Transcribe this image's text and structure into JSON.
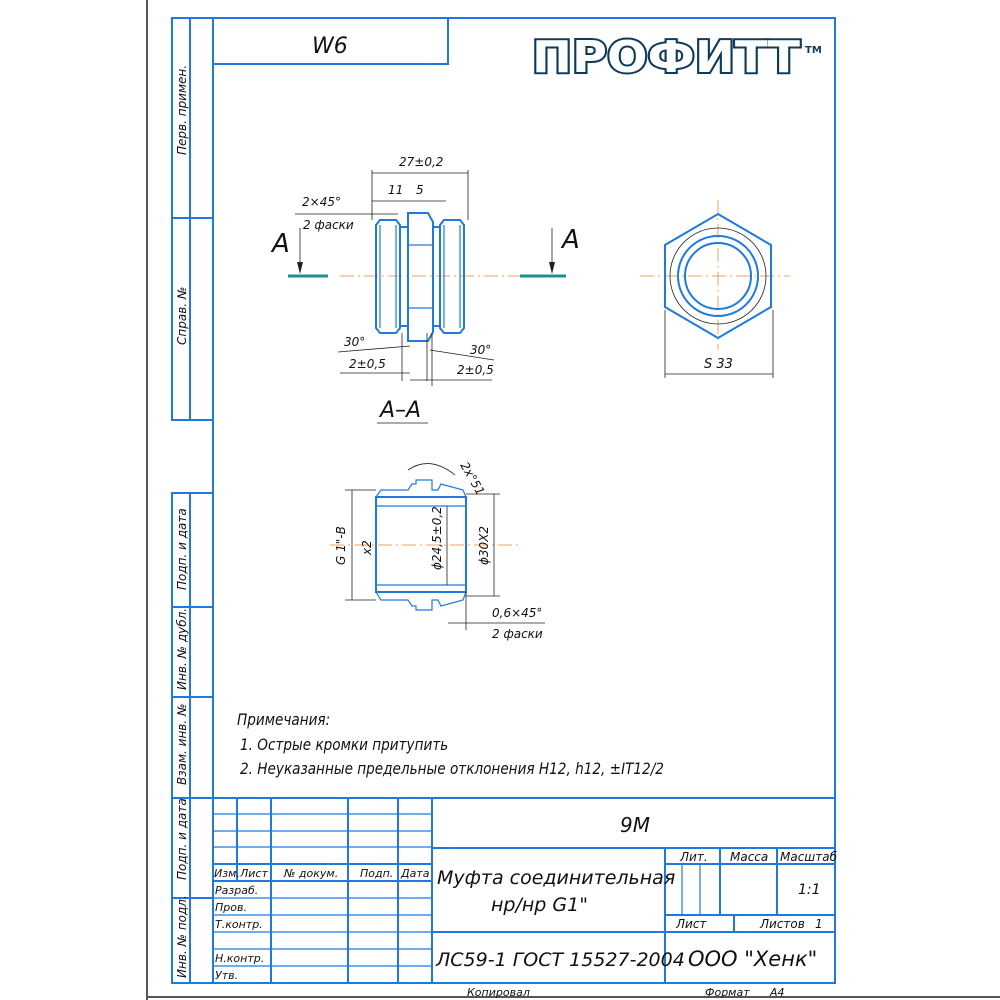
{
  "logo": {
    "text": "ПРОФИТТ",
    "tm": "TM",
    "color": "#0e3a5c"
  },
  "stamp_top": "W6",
  "side_labels": [
    "Перв. примен.",
    "Справ. №",
    "Подп. и дата",
    "Инв. № дубл.",
    "Взам. инв. №",
    "Подп. и дата",
    "Инв. № подл."
  ],
  "view_front": {
    "section_letter_left": "A",
    "section_letter_right": "A",
    "dim_total": "27±0,2",
    "dim_11": "11",
    "dim_5": "5",
    "chamfer": "2×45°",
    "chamfer_count": "2 фаски",
    "angle_left": "30°",
    "angle_right": "30°",
    "groove_left": "2±0,5",
    "groove_right": "2±0,5"
  },
  "view_side": {
    "dim_s": "S 33"
  },
  "section": {
    "title": "А–А",
    "thread": "G 1\"-B",
    "thread_len": "x2",
    "inner_dia": "ϕ24,5±0,2",
    "outer_dia": "ϕ30X2",
    "hex_chamfer": "2x°51",
    "chamfer": "0,6×45°",
    "chamfer_count": "2 фаски"
  },
  "notes": {
    "title": "Примечания:",
    "items": [
      "1. Острые кромки притупить",
      "2. Неуказанные предельные отклонения H12, h12, ±IT12/2"
    ]
  },
  "title_block": {
    "designation": "9М",
    "headers": {
      "izm": "Изм.",
      "list": "Лист",
      "doc": "№ докум.",
      "podp": "Подп.",
      "date": "Дата"
    },
    "roles": [
      "Разраб.",
      "Пров.",
      "Т.контр.",
      "",
      "Н.контр.",
      "Утв."
    ],
    "name_line1": "Муфта соединительная",
    "name_line2": "нр/нр G1\"",
    "lit": "Лит.",
    "mass": "Масса",
    "scale_label": "Масштаб",
    "scale": "1:1",
    "sheet": "Лист",
    "sheets": "Листов",
    "sheets_count": "1",
    "material": "ЛС59-1 ГОСТ 15527-2004",
    "company": "ООО \"Хенк\"",
    "copied": "Копировал",
    "format_label": "Формат",
    "format": "A4"
  }
}
